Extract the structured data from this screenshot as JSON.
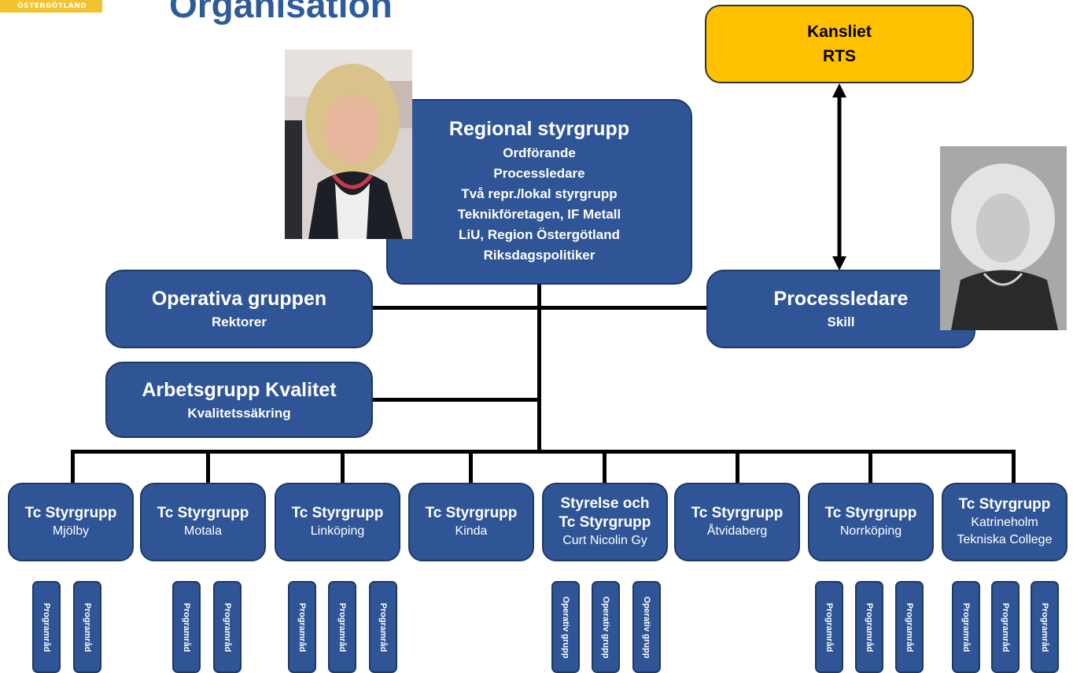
{
  "header": {
    "logo_text": "ÖSTERGÖTLAND",
    "title": "Organisation"
  },
  "colors": {
    "box_fill": "#2f5597",
    "box_border": "#1f3864",
    "kansliet_fill": "#ffc000",
    "title_color": "#2e5b9a",
    "logo_fill": "#f2c230"
  },
  "kansliet": {
    "title": "Kansliet",
    "subtitle": "RTS"
  },
  "regional": {
    "title": "Regional styrgrupp",
    "lines": [
      "Ordförande",
      "Processledare",
      "Två repr./lokal styrgrupp",
      "Teknikföretagen, IF Metall",
      "LiU, Region Östergötland",
      "Riksdagspolitiker"
    ]
  },
  "operativa": {
    "title": "Operativa gruppen",
    "subtitle": "Rektorer"
  },
  "arbetsgrupp": {
    "title": "Arbetsgrupp Kvalitet",
    "subtitle": "Kvalitetssäkring"
  },
  "processledare": {
    "title": "Processledare",
    "subtitle": "Skill"
  },
  "tc": [
    {
      "title": "Tc Styrgrupp",
      "subtitle": "Mjölby"
    },
    {
      "title": "Tc Styrgrupp",
      "subtitle": "Motala"
    },
    {
      "title": "Tc Styrgrupp",
      "subtitle": "Linköping"
    },
    {
      "title": "Tc Styrgrupp",
      "subtitle": "Kinda"
    },
    {
      "title": "Styrelse och",
      "title2": "Tc Styrgrupp",
      "subtitle": "Curt Nicolin Gy"
    },
    {
      "title": "Tc Styrgrupp",
      "subtitle": "Åtvidaberg"
    },
    {
      "title": "Tc Styrgrupp",
      "subtitle": "Norrköping"
    },
    {
      "title": "Tc Styrgrupp",
      "subtitle": "Katrineholm",
      "subtitle2": "Tekniska College"
    }
  ],
  "groups": {
    "programrad": "Programråd",
    "operativ_grupp": "Operativ grupp"
  }
}
